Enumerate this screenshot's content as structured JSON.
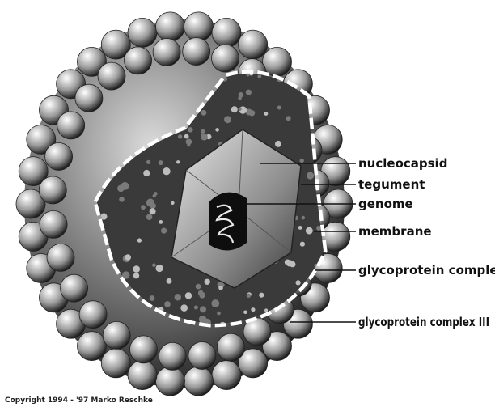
{
  "labels": {
    "nucleocapsid": "nucleocapsid",
    "tegument": "tegument",
    "genome": "genome",
    "membrane": "membrane",
    "gp1": "glycoprotein complex I",
    "gp3": "glycoprotein complex III"
  },
  "copyright": "Copyright 1994 - '97 Marko Reschke",
  "colors": {
    "ink": "#111111",
    "sphere_light": "#f4f4f4",
    "sphere_dark": "#1a1a1a",
    "interior": "#8a8a8a"
  }
}
